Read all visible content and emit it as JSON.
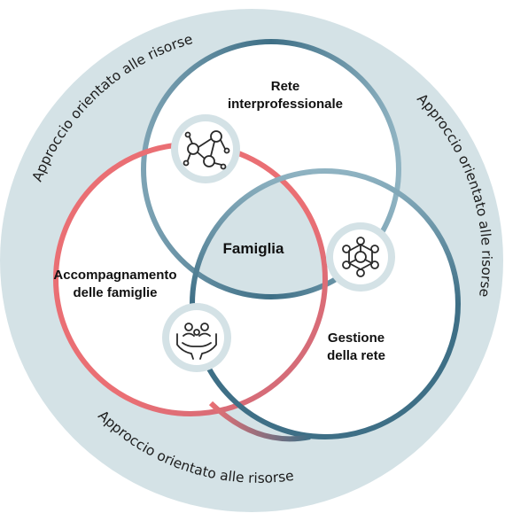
{
  "outer_ring": {
    "text_top": "Approccio orientato alle risorse",
    "text_right": "Approccio orientato alle risorse",
    "text_bottom": "Approccio orientato alle risorse"
  },
  "circles": {
    "top": {
      "line1": "Rete",
      "line2": "interprofessionale",
      "icon": "network-people-icon"
    },
    "left": {
      "line1": "Accompagnamento",
      "line2": "delle famiglie",
      "icon": "family-in-hands-icon"
    },
    "right": {
      "line1": "Gestione",
      "line2": "della rete",
      "icon": "network-hub-icon"
    },
    "center": {
      "label": "Famiglia"
    }
  },
  "colors": {
    "outer_ring": "#d4e2e6",
    "teal_dark": "#3e6f86",
    "teal_light": "#8fb3c2",
    "red": "#ea6f74",
    "center_fill": "#d4e2e6",
    "icon_disc": "#d4e2e6"
  }
}
